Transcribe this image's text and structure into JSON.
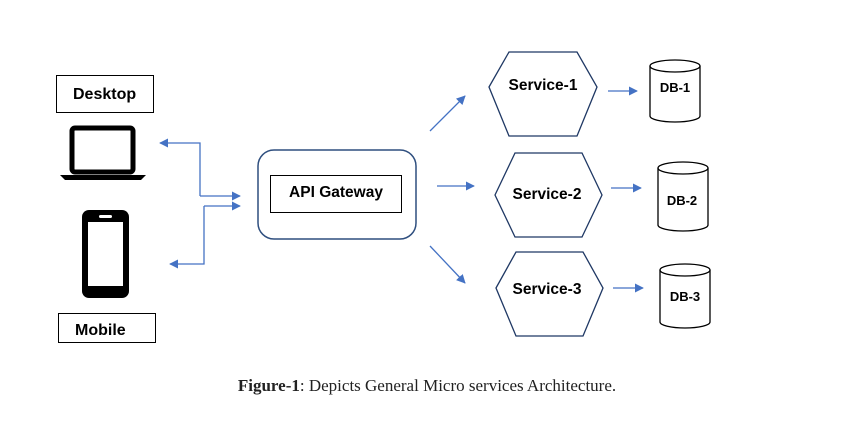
{
  "clients": {
    "desktop_label": "Desktop",
    "mobile_label": "Mobile"
  },
  "gateway": {
    "label": "API Gateway"
  },
  "services": [
    {
      "label": "Service-1",
      "db": "DB-1"
    },
    {
      "label": "Service-2",
      "db": "DB-2"
    },
    {
      "label": "Service-3",
      "db": "DB-3"
    }
  ],
  "caption": {
    "prefix": "Figure-1",
    "text": ": Depicts General Micro services Architecture."
  },
  "colors": {
    "arrow": "#4472C4",
    "gateway_border": "#2F4F7F",
    "shape_border": "#1F3864",
    "device": "#000000"
  },
  "icons": [
    "laptop-icon",
    "smartphone-icon",
    "database-icon"
  ]
}
